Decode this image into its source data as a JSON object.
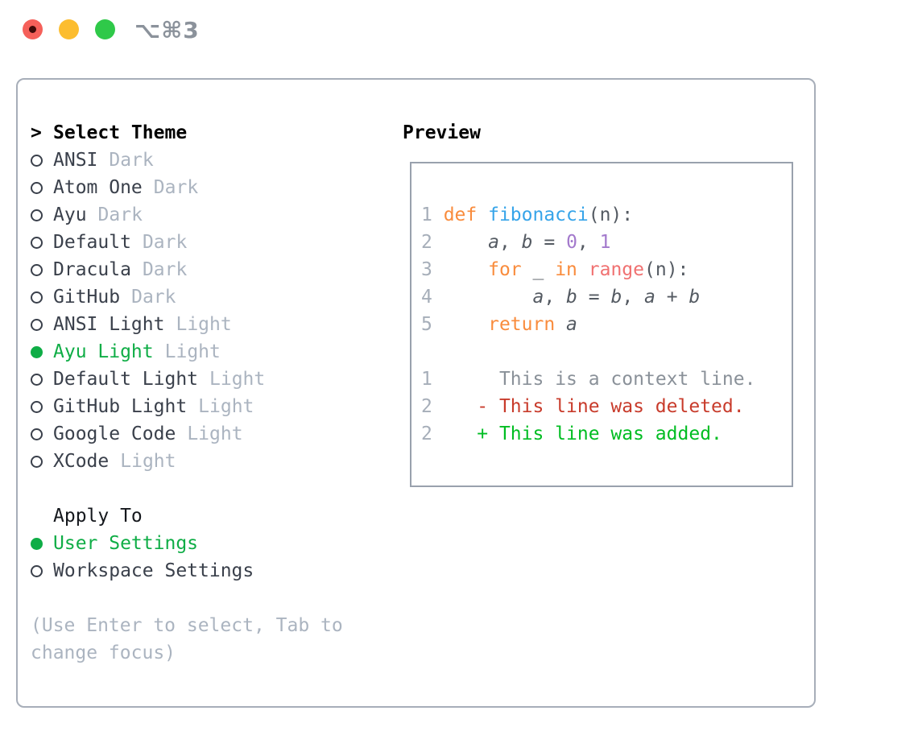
{
  "window": {
    "title": "⌥⌘3"
  },
  "colors": {
    "ui_selection_green": "#0fad46",
    "added_green": "#00bd22",
    "deleted_red": "#c83b2b",
    "keyword_orange": "#f98c3d",
    "function_blue": "#36a4e9",
    "number_purple": "#a379cc",
    "special_coral": "#f07171",
    "traffic_red": "#f5605a",
    "traffic_yellow": "#fcbd2f",
    "traffic_green": "#2fc949"
  },
  "theme_panel": {
    "header_prefix": ">",
    "header": "Select Theme",
    "themes": [
      {
        "name": "ANSI",
        "tag": "Dark",
        "selected": false
      },
      {
        "name": "Atom One",
        "tag": "Dark",
        "selected": false
      },
      {
        "name": "Ayu",
        "tag": "Dark",
        "selected": false
      },
      {
        "name": "Default",
        "tag": "Dark",
        "selected": false
      },
      {
        "name": "Dracula",
        "tag": "Dark",
        "selected": false
      },
      {
        "name": "GitHub",
        "tag": "Dark",
        "selected": false
      },
      {
        "name": "ANSI Light",
        "tag": "Light",
        "selected": false
      },
      {
        "name": "Ayu Light",
        "tag": "Light",
        "selected": true
      },
      {
        "name": "Default Light",
        "tag": "Light",
        "selected": false
      },
      {
        "name": "GitHub Light",
        "tag": "Light",
        "selected": false
      },
      {
        "name": "Google Code",
        "tag": "Light",
        "selected": false
      },
      {
        "name": "XCode",
        "tag": "Light",
        "selected": false
      }
    ],
    "apply_to": {
      "label": "Apply To",
      "options": [
        {
          "name": "User Settings",
          "selected": true
        },
        {
          "name": "Workspace Settings",
          "selected": false
        }
      ]
    },
    "hint": "(Use Enter to select, Tab to change focus)"
  },
  "preview": {
    "title": "Preview",
    "lines": [
      {
        "tokens": [
          [
            "ln",
            "1 "
          ],
          [
            "kw",
            "def "
          ],
          [
            "fn",
            "fibonacci"
          ],
          [
            "fg",
            "(n):"
          ]
        ]
      },
      {
        "tokens": [
          [
            "ln",
            "2 "
          ],
          [
            "fg",
            "    "
          ],
          [
            "var",
            "a"
          ],
          [
            "fg",
            ", "
          ],
          [
            "var",
            "b"
          ],
          [
            "fg",
            " = "
          ],
          [
            "num",
            "0"
          ],
          [
            "fg",
            ", "
          ],
          [
            "num",
            "1"
          ]
        ]
      },
      {
        "tokens": [
          [
            "ln",
            "3 "
          ],
          [
            "fg",
            "    "
          ],
          [
            "kw",
            "for"
          ],
          [
            "fg",
            " _ "
          ],
          [
            "kw",
            "in"
          ],
          [
            "fg",
            " "
          ],
          [
            "sp",
            "range"
          ],
          [
            "fg",
            "(n):"
          ]
        ]
      },
      {
        "tokens": [
          [
            "ln",
            "4 "
          ],
          [
            "fg",
            "        "
          ],
          [
            "var",
            "a"
          ],
          [
            "fg",
            ", "
          ],
          [
            "var",
            "b"
          ],
          [
            "fg",
            " = "
          ],
          [
            "var",
            "b"
          ],
          [
            "fg",
            ", "
          ],
          [
            "var",
            "a"
          ],
          [
            "fg",
            " + "
          ],
          [
            "var",
            "b"
          ]
        ]
      },
      {
        "tokens": [
          [
            "ln",
            "5 "
          ],
          [
            "fg",
            "    "
          ],
          [
            "kw",
            "return"
          ],
          [
            "fg",
            " "
          ],
          [
            "var",
            "a"
          ]
        ]
      },
      {
        "tokens": []
      },
      {
        "tokens": [
          [
            "ln",
            "1 "
          ],
          [
            "fg",
            "     "
          ],
          [
            "ctx",
            "This is a context line."
          ]
        ]
      },
      {
        "tokens": [
          [
            "ln",
            "2 "
          ],
          [
            "fg",
            "   "
          ],
          [
            "del",
            "- This line was deleted."
          ]
        ]
      },
      {
        "tokens": [
          [
            "ln",
            "2 "
          ],
          [
            "fg",
            "   "
          ],
          [
            "add",
            "+ This line was added."
          ]
        ]
      }
    ]
  }
}
